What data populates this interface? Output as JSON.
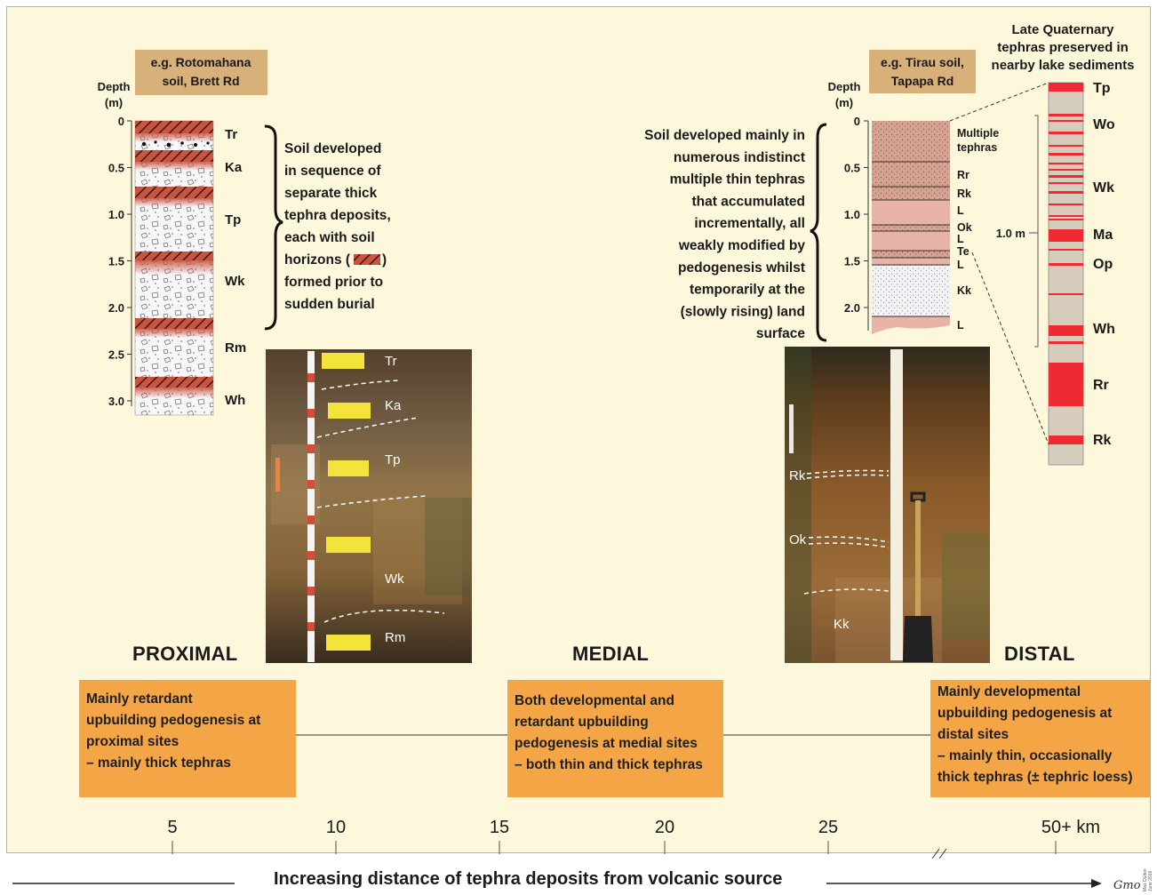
{
  "proximal": {
    "zone_label": "PROXIMAL",
    "site_label_line1": "e.g. Rotomahana",
    "site_label_line2": "soil,  Brett Rd",
    "depth_axis_line1": "Depth",
    "depth_axis_line2": "(m)",
    "depth_ticks": [
      "0",
      "0.5",
      "1.0",
      "1.5",
      "2.0",
      "2.5",
      "3.0"
    ],
    "layers": [
      "Tr",
      "Ka",
      "Tp",
      "Wk",
      "Rm",
      "Wh"
    ],
    "description": [
      "Soil developed",
      "in sequence of",
      "separate thick",
      "tephra deposits,",
      "each with soil",
      "horizons (",
      ")",
      "formed prior to",
      "sudden burial"
    ],
    "photo_labels": [
      "Tr",
      "Ka",
      "Tp",
      "Wk",
      "Rm"
    ],
    "box_lines": [
      "Mainly retardant",
      "upbuilding pedogenesis at",
      "proximal sites",
      "– mainly thick tephras"
    ]
  },
  "medial": {
    "zone_label": "MEDIAL",
    "box_lines": [
      "Both developmental and",
      "retardant upbuilding",
      "pedogenesis at medial sites",
      "– both thin and thick tephras"
    ]
  },
  "distal": {
    "zone_label": "DISTAL",
    "site_label_line1": "e.g. Tirau soil,",
    "site_label_line2": "Tapapa Rd",
    "depth_axis_line1": "Depth",
    "depth_axis_line2": "(m)",
    "depth_ticks": [
      "0",
      "0.5",
      "1.0",
      "1.5",
      "2.0"
    ],
    "layers": [
      "Multiple",
      "tephras",
      "Rr",
      "Rk",
      "L",
      "Ok",
      "L",
      "Te",
      "L",
      "Kk",
      "L"
    ],
    "description": [
      "Soil developed mainly in",
      "numerous indistinct",
      "multiple thin tephras",
      "that accumulated",
      "incrementally, all",
      "weakly modified by",
      "pedogenesis whilst",
      "temporarily at the",
      "(slowly rising) land",
      "surface"
    ],
    "photo_labels": [
      "Rk",
      "Ok",
      "Kk"
    ],
    "box_lines": [
      "Mainly developmental",
      "upbuilding pedogenesis at",
      "distal sites",
      "– mainly thin, occasionally",
      "thick tephras (± tephric loess)"
    ]
  },
  "lake": {
    "title_lines": [
      "Late Quaternary",
      "tephras preserved in",
      "nearby lake sediments"
    ],
    "scale_label": "1.0 m",
    "tephras": [
      "Tp",
      "Wo",
      "Wk",
      "Ma",
      "Op",
      "Wh",
      "Rr",
      "Rk"
    ]
  },
  "distance_axis": {
    "ticks": [
      "5",
      "10",
      "15",
      "20",
      "25",
      "50+ km"
    ],
    "caption": "Increasing distance of tephra deposits from volcanic source"
  },
  "signature": {
    "initials": "Gmo",
    "name": "Max Oulton",
    "date": "June 2016"
  },
  "colors": {
    "panel_bg": "#fdf8dc",
    "box_orange": "#f4a646",
    "site_label_bg": "#d8b07a",
    "tephra_red": "#ee2b32",
    "lake_core_tan": "#d6ccbc",
    "soil_pink": "#d9a090",
    "horizon_red": "#c9543f"
  }
}
